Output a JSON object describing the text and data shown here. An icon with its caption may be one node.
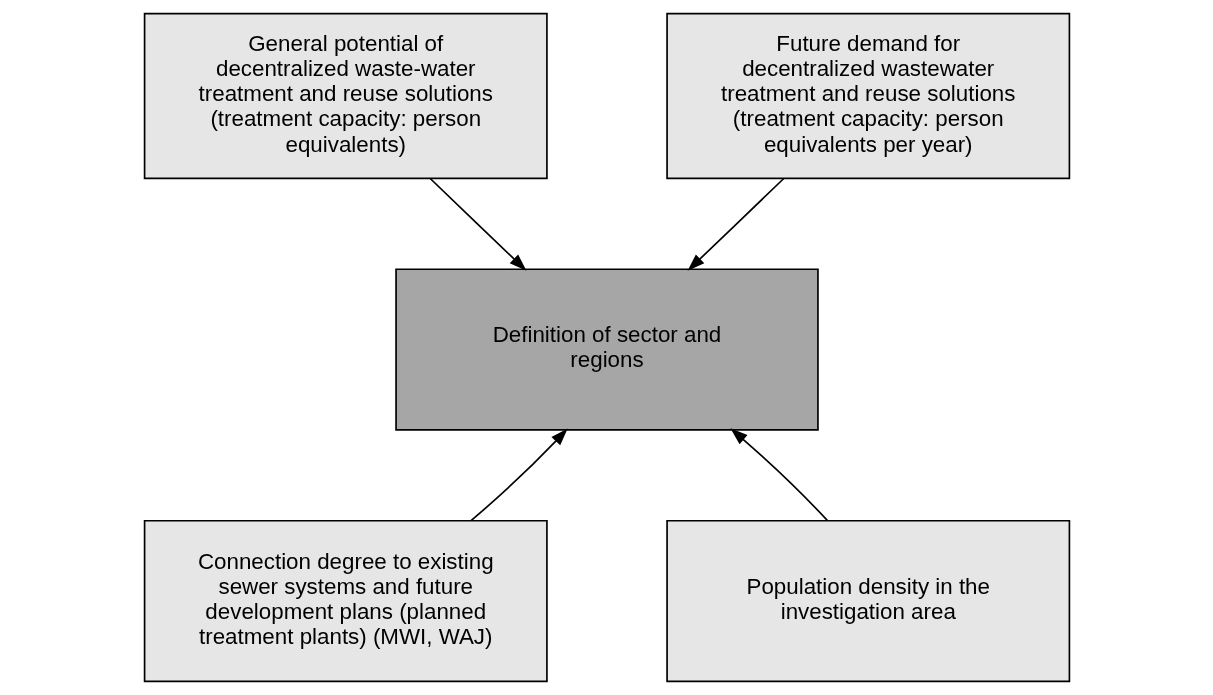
{
  "diagram": {
    "nodes": [
      {
        "text": [
          "General potential of decentralized waste-water treatment and reuse solutions (treatment capacity: person equivalents)"
        ]
      },
      {
        "text": [
          "Future demand for decentralized wastewater treatment and reuse solutions (treatment capacity: person equivalents per year)"
        ]
      },
      {
        "text": [
          "Definition of sector and regions"
        ]
      },
      {
        "text": [
          "Connection degree to existing sewer systems and future development plans (planned treatment plants) (MWI, WAJ)"
        ]
      },
      {
        "text": [
          "Population density in the investigation area"
        ]
      }
    ],
    "edges": [
      {
        "from": 0,
        "to": 2,
        "arrow": "to"
      },
      {
        "from": 1,
        "to": 2,
        "arrow": "to"
      },
      {
        "from": 3,
        "to": 2,
        "arrow": "to"
      },
      {
        "from": 4,
        "to": 2,
        "arrow": "to"
      }
    ]
  }
}
